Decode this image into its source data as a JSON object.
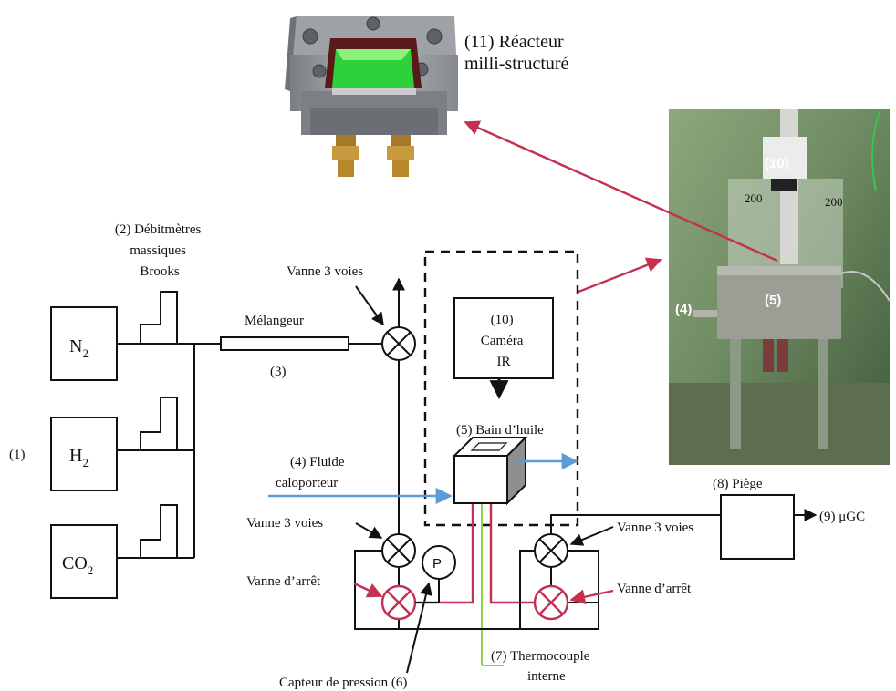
{
  "labels": {
    "reactor": [
      "(11) Réacteur",
      "milli-structuré"
    ],
    "mfc": [
      "(2) Débitmètres",
      "massiques",
      "Brooks"
    ],
    "gas_n2": "N",
    "gas_n2_sub": "2",
    "gas_h2": "H",
    "gas_h2_sub": "2",
    "gas_co2": "CO",
    "gas_co2_sub": "2",
    "gas_group": "(1)",
    "mixer": "Mélangeur",
    "mixer_num": "(3)",
    "valve3_top": "Vanne 3 voies",
    "camera": [
      "(10)",
      "Caméra",
      "IR"
    ],
    "oil_bath": "(5) Bain d’huile",
    "heat_fluid": [
      "(4) Fluide",
      "caloporteur"
    ],
    "valve3_left": "Vanne 3 voies",
    "valve3_right": "Vanne 3 voies",
    "stop_valve_left": "Vanne d’arrêt",
    "stop_valve_right": "Vanne d’arrêt",
    "pressure_symbol": "P",
    "pressure_sensor": "Capteur de pression (6)",
    "thermocouple": [
      "(7) Thermocouple",
      "interne"
    ],
    "trap": "(8) Piège",
    "gc": "(9) μGC",
    "photo_10": "(10)",
    "photo_4": "(4)",
    "photo_5": "(5)",
    "photo_board_200a": "200",
    "photo_board_200b": "200"
  },
  "colors": {
    "line": "#111111",
    "stop_valve": "#c4304f",
    "heat_fluid": "#5b9bd8",
    "thermocouple": "#8ed04a",
    "reactor_body": "#8c8f93",
    "reactor_window": "#2fd13a",
    "fittings": "#b8862b"
  }
}
